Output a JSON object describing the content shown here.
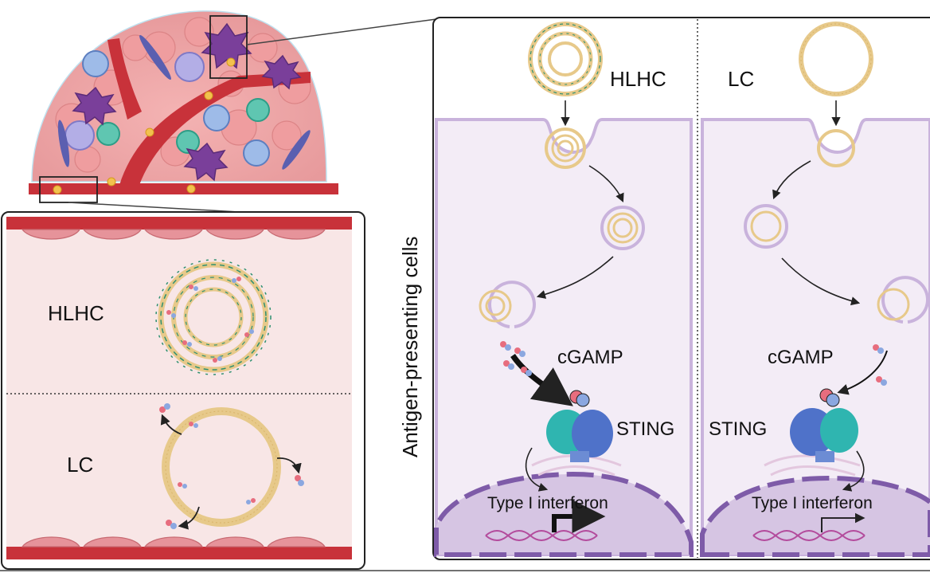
{
  "left_panel": {
    "top_label": "HLHC",
    "bottom_label": "LC"
  },
  "side_label": "Antigen-presenting cells",
  "hlhc_column": {
    "title": "HLHC",
    "cgamp_label": "cGAMP",
    "sting_label": "STING",
    "interferon_label": "Type I interferon"
  },
  "lc_column": {
    "title": "LC",
    "cgamp_label": "cGAMP",
    "sting_label": "STING",
    "interferon_label": "Type I interferon"
  },
  "colors": {
    "vessel_red": "#c8323a",
    "panel_bg": "#f8e6e6",
    "cell_bg": "#f3ecf6",
    "membrane": "#c9b3dc",
    "nucleus": "#7e5ba8",
    "liposome": "#e7c98a",
    "sting_blue": "#4f72c9",
    "sting_teal": "#2fb5b0"
  }
}
